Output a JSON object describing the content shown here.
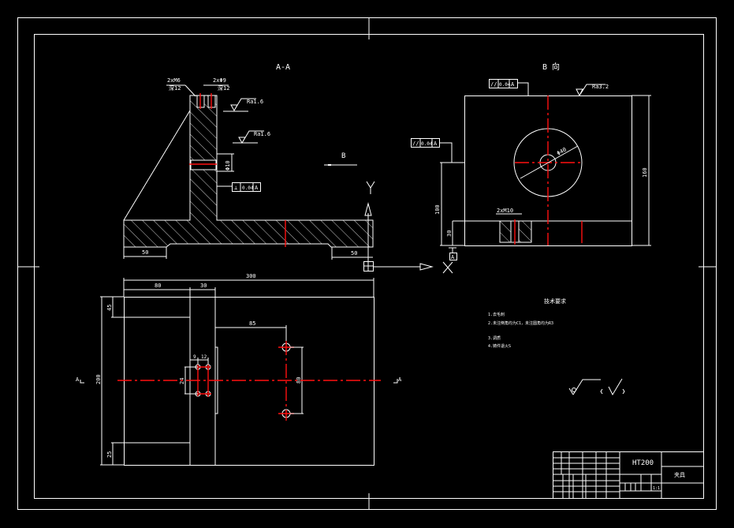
{
  "drawing": {
    "background": "#000000",
    "line_color": "#ffffff",
    "centerline_color": "#ff1010",
    "views": {
      "section_aa": {
        "title": "A-A",
        "thread_callout_left_top": "2xM6",
        "thread_callout_left_bottom": "深12",
        "thread_callout_right_top": "2xΦ9",
        "thread_callout_right_bottom": "深12",
        "roughness_1": "Ra1.6",
        "roughness_2": "Ra1.6",
        "vertical_dim": "Φ10",
        "tolerance_frame": [
          "⊥",
          "0.04",
          "A"
        ],
        "dim_left": "50",
        "dim_right": "50",
        "view_arrow_label": "B"
      },
      "view_b": {
        "title": "B 向",
        "tolerance_top": [
          "//",
          "0.04",
          "A"
        ],
        "tolerance_left": [
          "//",
          "0.04",
          "A"
        ],
        "roughness": "Ra3.2",
        "hole_dim": "Φ40",
        "height_dim_left": "100",
        "height_dim_right": "160",
        "base_dim": "30",
        "slot_callout": "2xM10",
        "datum": "A"
      },
      "top_view": {
        "dim_total": "300",
        "dim_80": "80",
        "dim_30": "30",
        "dim_85": "85",
        "dim_45": "45",
        "dim_25": "25",
        "dim_200": "200",
        "dim_9": "9",
        "dim_12": "12",
        "dim_24": "24",
        "dim_80v": "80",
        "section_mark_left": "A",
        "section_mark_right": "A"
      }
    },
    "axes": {
      "y_label": "Y",
      "x_label": "X"
    },
    "notes": {
      "title": "技术要求",
      "items": [
        "1.去毛刺",
        "2.未注倒角均为C1，未注圆角均为R3",
        "3.调质",
        "4.铸件退火S"
      ]
    },
    "roughness_symbol": "√ (√)",
    "title_block": {
      "material": "HT200",
      "part_name": "夹具",
      "scale": "1:1"
    }
  }
}
